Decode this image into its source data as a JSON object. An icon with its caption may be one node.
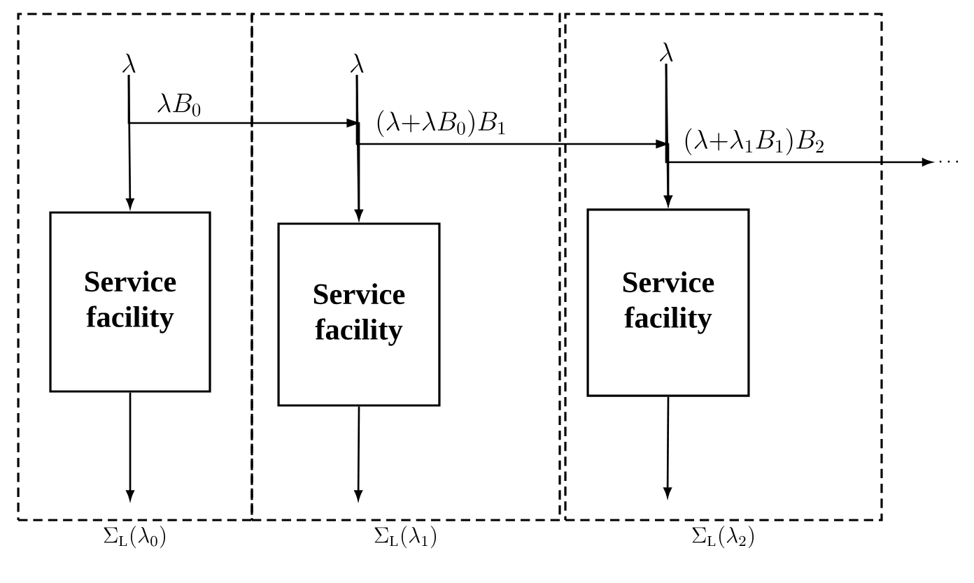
{
  "diagram": {
    "nodes": [
      {
        "text": [
          "\\Sigma_{\\mathrm{L}}(\\lambda_0)"
        ]
      },
      {
        "text": [
          "\\lambda"
        ],
        "in": 0
      },
      {
        "text": [
          "Service facility"
        ],
        "in": 0
      },
      {
        "text": [
          "\\Sigma_{\\mathrm{L}}(\\lambda_1)"
        ]
      },
      {
        "text": [
          "\\lambda"
        ],
        "in": 3
      },
      {
        "text": [
          "Service facility"
        ],
        "in": 3
      },
      {
        "text": [
          "\\Sigma_{\\mathrm{L}}(\\lambda_2)"
        ]
      },
      {
        "text": [
          "\\lambda"
        ],
        "in": 6
      },
      {
        "text": [
          "Service facility"
        ],
        "in": 6
      },
      {
        "text": [
          "\\cdots"
        ]
      }
    ],
    "edges": [
      {
        "from": 1,
        "to": 2,
        "arrow": "to"
      },
      {
        "from": 1,
        "to": 5,
        "arrow": "to",
        "label": "\\lambda B_0"
      },
      {
        "from": 4,
        "to": 5,
        "arrow": "to"
      },
      {
        "from": 4,
        "to": 8,
        "arrow": "to",
        "label": "(\\lambda{+}\\lambda B_0)B_1"
      },
      {
        "from": 7,
        "to": 8,
        "arrow": "to"
      },
      {
        "from": 7,
        "to": 9,
        "arrow": "to",
        "label": "(\\lambda{+}\\lambda_1 B_1)B_2"
      },
      {
        "from": 2,
        "to": null,
        "arrow": "to"
      },
      {
        "from": 5,
        "to": null,
        "arrow": "to"
      },
      {
        "from": 8,
        "to": null,
        "arrow": "to"
      }
    ]
  }
}
